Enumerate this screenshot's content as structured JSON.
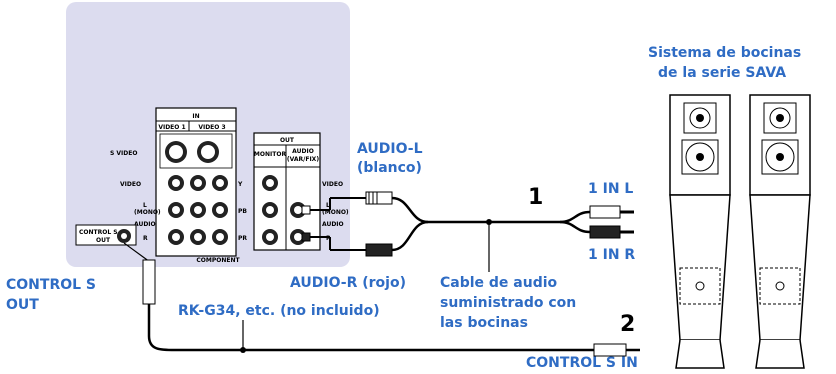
{
  "labels": {
    "speaker_title_1": "Sistema de bocinas",
    "speaker_title_2": "de la serie SAVA",
    "audio_l_1": "AUDIO-L",
    "audio_l_2": "(blanco)",
    "audio_r": "AUDIO-R (rojo)",
    "in_l": "1 IN L",
    "in_r": "1 IN R",
    "cable_1": "Cable de audio",
    "cable_2": "suministrado con",
    "cable_3": "las bocinas",
    "control_out_1": "CONTROL S",
    "control_out_2": "OUT",
    "rk_cable": "RK-G34, etc. (no incluido)",
    "control_in": "CONTROL S IN",
    "step_1": "1",
    "step_2": "2"
  },
  "panel": {
    "in_header": "IN",
    "video1": "VIDEO 1",
    "video3": "VIDEO 3",
    "s_video": "S VIDEO",
    "video": "VIDEO",
    "l": "L",
    "mono": "(MONO)",
    "audio": "AUDIO",
    "r": "R",
    "y": "Y",
    "pb": "PB",
    "pr": "PR",
    "component": "COMPONENT",
    "out_header": "OUT",
    "monitor": "MONITOR",
    "audio_out": "AUDIO",
    "var_fix": "(VAR/FIX)",
    "out_video": "VIDEO",
    "out_l": "L",
    "out_mono": "(MONO)",
    "out_audio": "AUDIO",
    "out_r": "R",
    "control_s_1": "CONTROL S",
    "control_s_2": "OUT"
  },
  "colors": {
    "label_blue": "#2f6cc4",
    "panel_bg": "#dcdcef"
  }
}
